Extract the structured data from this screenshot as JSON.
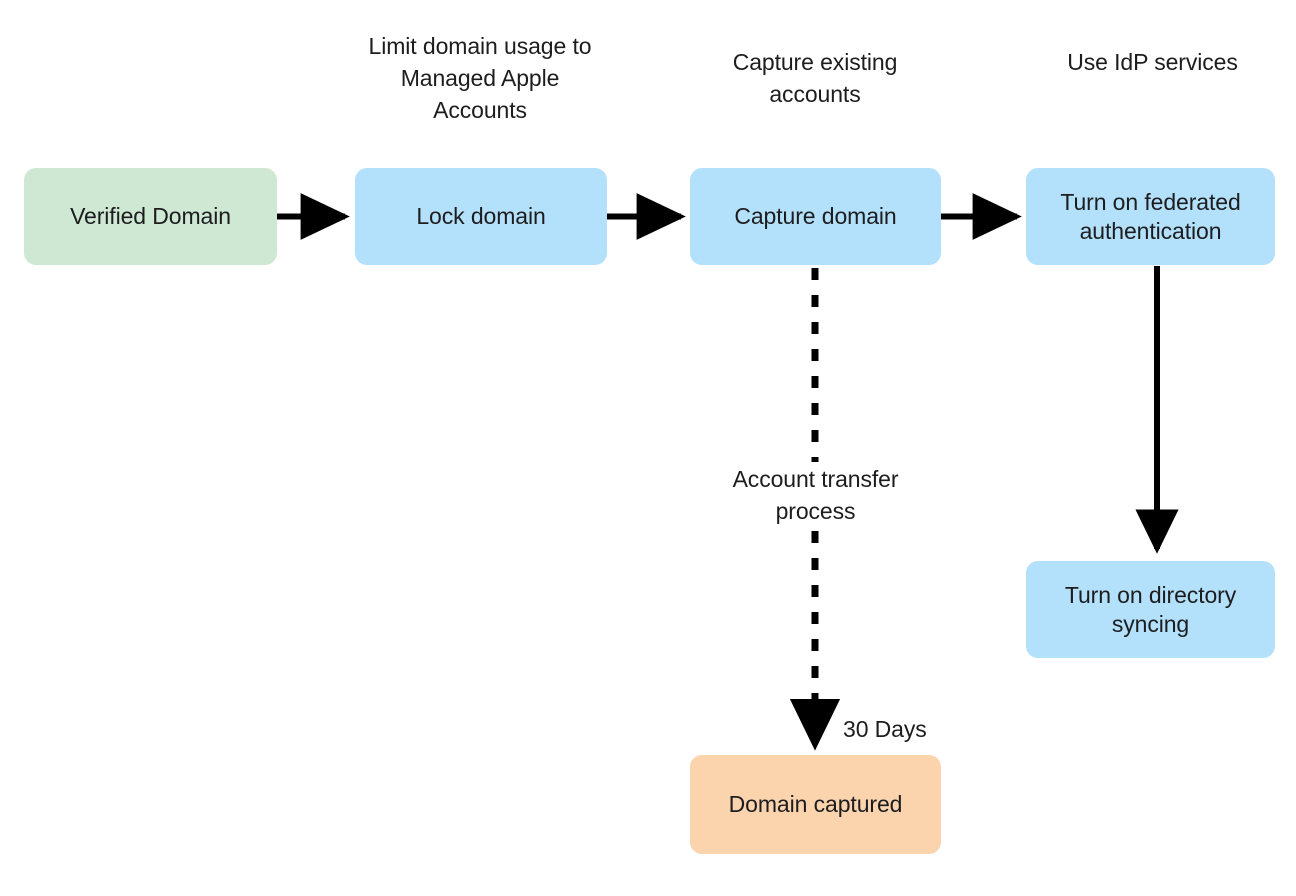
{
  "diagram": {
    "title": "Managed Apple Account domain capture and federation flow",
    "colors": {
      "green_fill": "#cfe8d4",
      "blue_fill": "#b3e0fa",
      "orange_fill": "#fbd3ad",
      "stroke": "#000000",
      "text": "#1d1d1f",
      "background": "#ffffff"
    },
    "nodes": [
      {
        "id": "verified-domain",
        "label": "Verified Domain",
        "fill": "green"
      },
      {
        "id": "lock-domain",
        "label": "Lock domain",
        "fill": "blue"
      },
      {
        "id": "capture-domain",
        "label": "Capture domain",
        "fill": "blue"
      },
      {
        "id": "turn-on-federated-authentication",
        "label": "Turn on federated authentication",
        "fill": "blue"
      },
      {
        "id": "turn-on-directory-syncing",
        "label": "Turn on directory syncing",
        "fill": "blue"
      },
      {
        "id": "domain-captured",
        "label": "Domain captured",
        "fill": "orange"
      }
    ],
    "captions": [
      {
        "id": "caption-lock-domain",
        "text": "Limit domain usage to Managed Apple Accounts"
      },
      {
        "id": "caption-capture-domain",
        "text": "Capture existing accounts"
      },
      {
        "id": "caption-federated-authentication",
        "text": "Use IdP services"
      }
    ],
    "edge_labels": [
      {
        "id": "account-transfer-process",
        "text": "Account transfer process"
      },
      {
        "id": "thirty-days",
        "text": "30 Days"
      }
    ]
  }
}
